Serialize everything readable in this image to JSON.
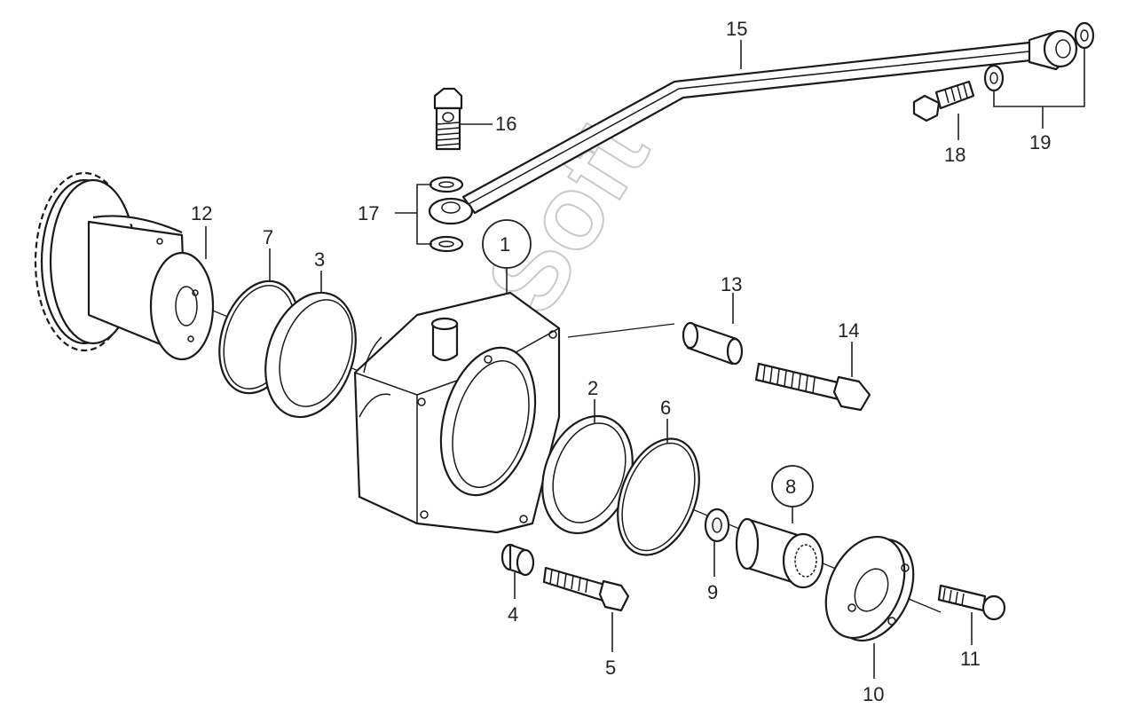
{
  "watermark": "AutoSoft",
  "callouts": {
    "c1": "1",
    "c2": "2",
    "c3": "3",
    "c4": "4",
    "c5": "5",
    "c6": "6",
    "c7": "7",
    "c8": "8",
    "c9": "9",
    "c10": "10",
    "c11": "11",
    "c12": "12",
    "c13": "13",
    "c14": "14",
    "c15": "15",
    "c16": "16",
    "c17": "17",
    "c18": "18",
    "c19": "19"
  }
}
